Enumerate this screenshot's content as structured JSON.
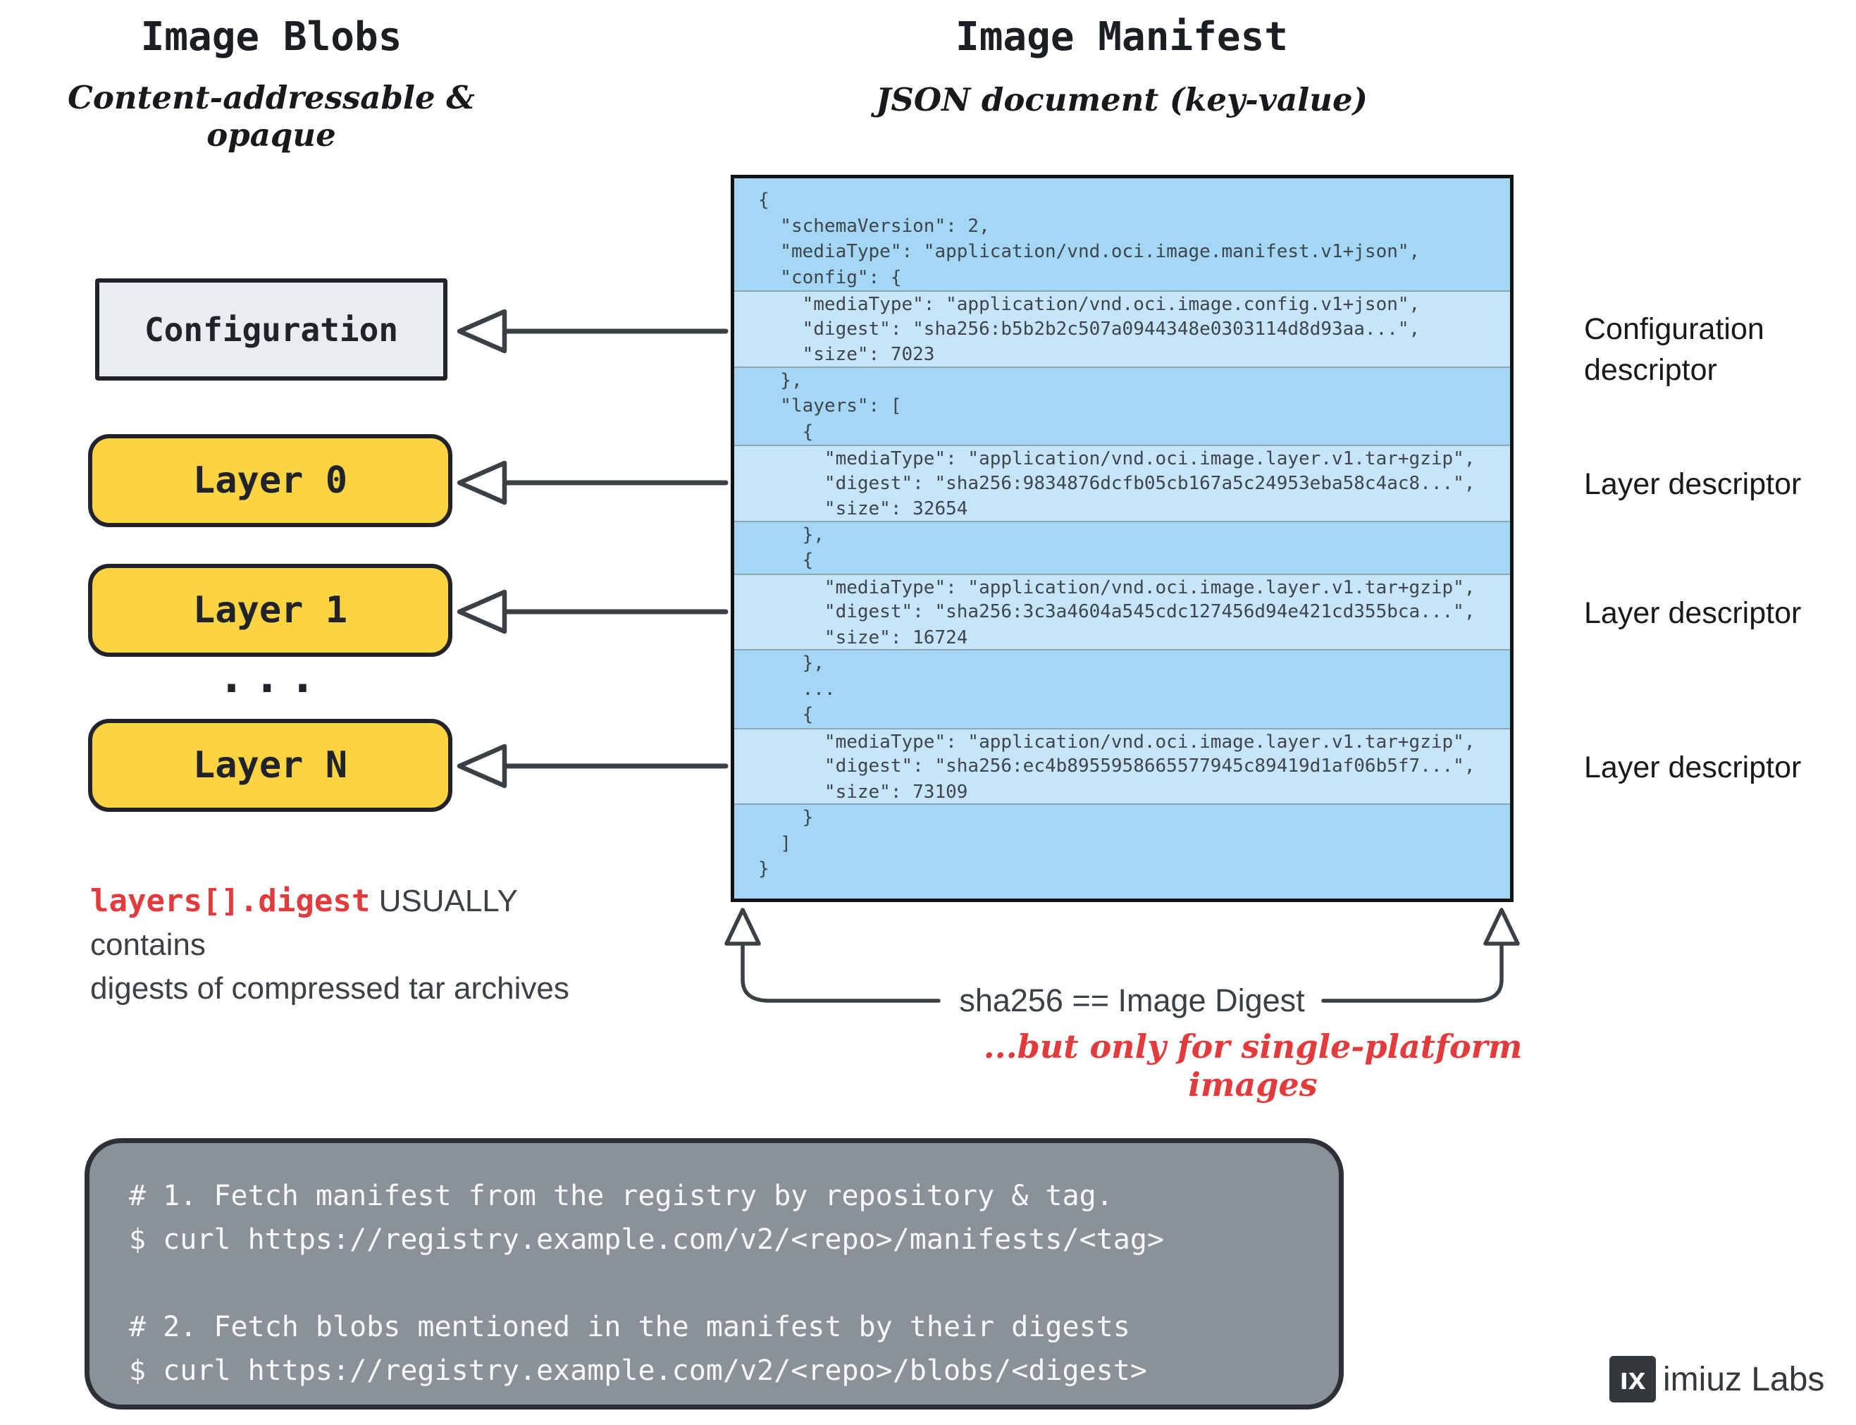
{
  "left_panel": {
    "title": "Image Blobs",
    "subtitle": "Content-addressable & opaque",
    "blobs": [
      {
        "label": "Configuration"
      },
      {
        "label": "Layer 0"
      },
      {
        "label": "Layer 1"
      },
      {
        "label": "Layer N"
      }
    ],
    "ellipsis": "...",
    "note": {
      "code": "layers[].digest",
      "line1_rest": " USUALLY contains",
      "line2": "digests of compressed tar archives"
    }
  },
  "right_panel": {
    "title": "Image Manifest",
    "subtitle": "JSON document (key-value)",
    "manifest_lines": [
      {
        "t": "{",
        "h": false
      },
      {
        "t": "  \"schemaVersion\": 2,",
        "h": false
      },
      {
        "t": "  \"mediaType\": \"application/vnd.oci.image.manifest.v1+json\",",
        "h": false
      },
      {
        "t": "  \"config\": {",
        "h": false
      },
      {
        "t": "    \"mediaType\": \"application/vnd.oci.image.config.v1+json\",",
        "h": true
      },
      {
        "t": "    \"digest\": \"sha256:b5b2b2c507a0944348e0303114d8d93aa...\",",
        "h": true
      },
      {
        "t": "    \"size\": 7023",
        "h": true
      },
      {
        "t": "  },",
        "h": false
      },
      {
        "t": "  \"layers\": [",
        "h": false
      },
      {
        "t": "    {",
        "h": false
      },
      {
        "t": "      \"mediaType\": \"application/vnd.oci.image.layer.v1.tar+gzip\",",
        "h": true
      },
      {
        "t": "      \"digest\": \"sha256:9834876dcfb05cb167a5c24953eba58c4ac8...\",",
        "h": true
      },
      {
        "t": "      \"size\": 32654",
        "h": true
      },
      {
        "t": "    },",
        "h": false
      },
      {
        "t": "    {",
        "h": false
      },
      {
        "t": "      \"mediaType\": \"application/vnd.oci.image.layer.v1.tar+gzip\",",
        "h": true
      },
      {
        "t": "      \"digest\": \"sha256:3c3a4604a545cdc127456d94e421cd355bca...\",",
        "h": true
      },
      {
        "t": "      \"size\": 16724",
        "h": true
      },
      {
        "t": "    },",
        "h": false
      },
      {
        "t": "    ...",
        "h": false
      },
      {
        "t": "    {",
        "h": false
      },
      {
        "t": "      \"mediaType\": \"application/vnd.oci.image.layer.v1.tar+gzip\",",
        "h": true
      },
      {
        "t": "      \"digest\": \"sha256:ec4b8955958665577945c89419d1af06b5f7...\",",
        "h": true
      },
      {
        "t": "      \"size\": 73109",
        "h": true
      },
      {
        "t": "    }",
        "h": false
      },
      {
        "t": "  ]",
        "h": false
      },
      {
        "t": "}",
        "h": false
      }
    ],
    "descriptor_labels": [
      "Configuration descriptor",
      "Layer descriptor",
      "Layer descriptor",
      "Layer descriptor"
    ]
  },
  "digest_note": {
    "bracket_label": "sha256 == Image Digest",
    "warning": "...but only for single-platform images"
  },
  "terminal": {
    "lines": [
      "# 1. Fetch manifest from the registry by repository & tag.",
      "$ curl https://registry.example.com/v2/<repo>/manifests/<tag>",
      "",
      "# 2. Fetch blobs mentioned in the manifest by their digests",
      "$ curl https://registry.example.com/v2/<repo>/blobs/<digest>"
    ]
  },
  "logo": {
    "badge": "ıx",
    "text": "imiuz Labs"
  },
  "colors": {
    "json_bg": "#a4d6f5",
    "json_highlight": "#c6e4fa",
    "layer_yellow": "#fcd340",
    "config_gray": "#e9edf1",
    "terminal_gray": "#8a9199",
    "accent_red": "#e33a3c",
    "stroke_dark": "#394046"
  }
}
